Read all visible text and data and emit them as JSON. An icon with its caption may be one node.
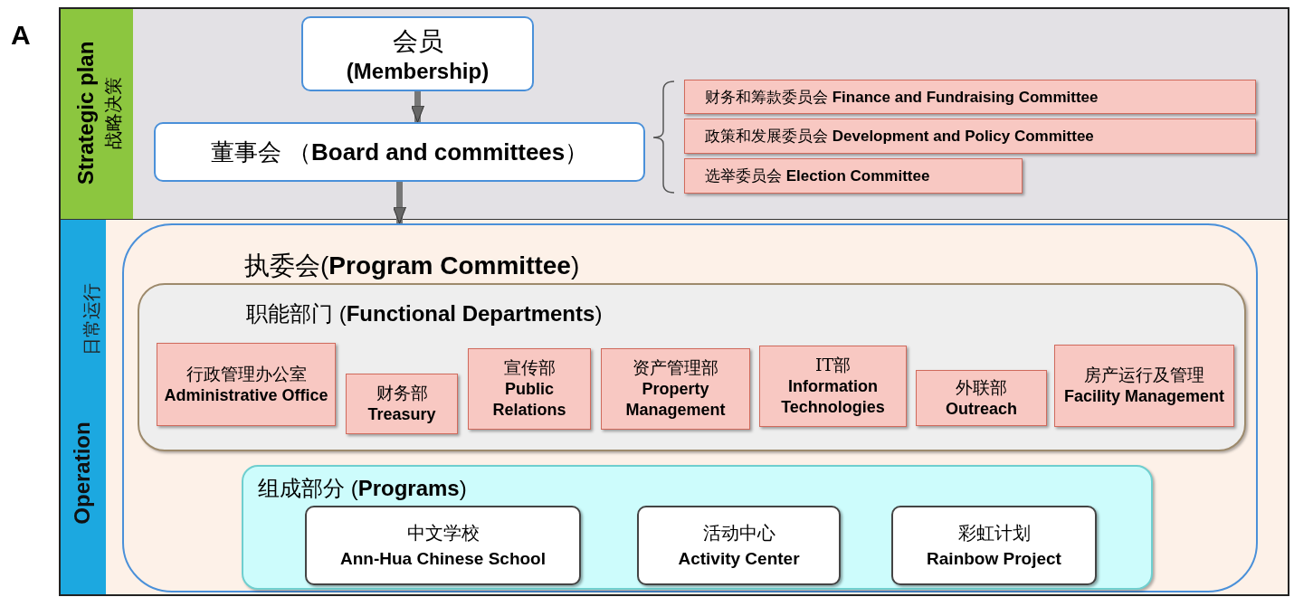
{
  "diagram": {
    "nodes": [
      {
        "text": [
          "Strategic plan",
          "战略决策"
        ]
      },
      {
        "text": [
          "会员",
          "(Membership)"
        ],
        "in": 0
      },
      {
        "text": [
          "董事会 （**Board and committees**）"
        ],
        "in": 0
      },
      {
        "text": [
          "财务和筹款委员会 **Finance and Fundraising Committee**"
        ],
        "in": 0
      },
      {
        "text": [
          "政策和发展委员会 **Development and Policy Committee**"
        ],
        "in": 0
      },
      {
        "text": [
          "选举委员会 **Election Committee**"
        ],
        "in": 0
      },
      {
        "text": [
          "Operation",
          "日常运行"
        ]
      },
      {
        "text": [
          "执委会(**Program Committee**)"
        ],
        "in": 6
      },
      {
        "text": [
          "职能部门 (**Functional Departments**)"
        ],
        "in": 7
      },
      {
        "text": [
          "行政管理办公室",
          "Administrative Office"
        ],
        "in": 8
      },
      {
        "text": [
          "财务部",
          "Treasury"
        ],
        "in": 8
      },
      {
        "text": [
          "宣传部",
          "Public Relations"
        ],
        "in": 8
      },
      {
        "text": [
          "资产管理部",
          "Property Management"
        ],
        "in": 8
      },
      {
        "text": [
          "IT部",
          "Information Technologies"
        ],
        "in": 8
      },
      {
        "text": [
          "外联部",
          "Outreach"
        ],
        "in": 8
      },
      {
        "text": [
          "房产运行及管理",
          "Facility Management"
        ],
        "in": 8
      },
      {
        "text": [
          "组成部分 (**Programs**)"
        ],
        "in": 7
      },
      {
        "text": [
          "中文学校",
          "Ann-Hua Chinese School"
        ],
        "in": 16
      },
      {
        "text": [
          "活动中心",
          "Activity Center"
        ],
        "in": 16
      },
      {
        "text": [
          "彩虹计划",
          "Rainbow Project"
        ],
        "in": 16
      }
    ],
    "edges": [
      {
        "from": 1,
        "to": 2,
        "arrow": "to"
      },
      {
        "from": 2,
        "to": 7,
        "arrow": "to"
      }
    ],
    "labels": [
      "A"
    ]
  }
}
